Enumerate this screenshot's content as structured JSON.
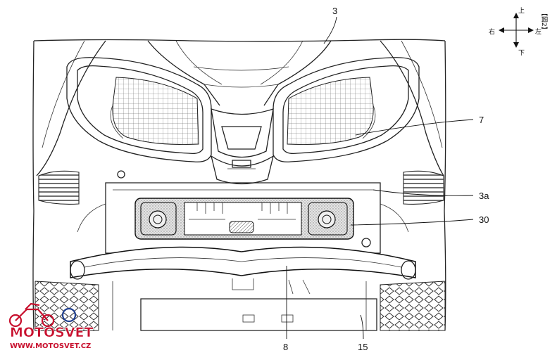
{
  "figure": {
    "label": "【図2】"
  },
  "compass": {
    "up": "上",
    "down": "下",
    "left": "左",
    "right": "右"
  },
  "callouts": [
    {
      "id": "3",
      "text": "3"
    },
    {
      "id": "7",
      "text": "7"
    },
    {
      "id": "3a",
      "text": "3a"
    },
    {
      "id": "30",
      "text": "30"
    },
    {
      "id": "8",
      "text": "8"
    },
    {
      "id": "15",
      "text": "15"
    }
  ],
  "watermark": {
    "brand": "MOTOSVET",
    "url": "WWW.MOTOSVET.CZ",
    "color": "#c8102e"
  }
}
